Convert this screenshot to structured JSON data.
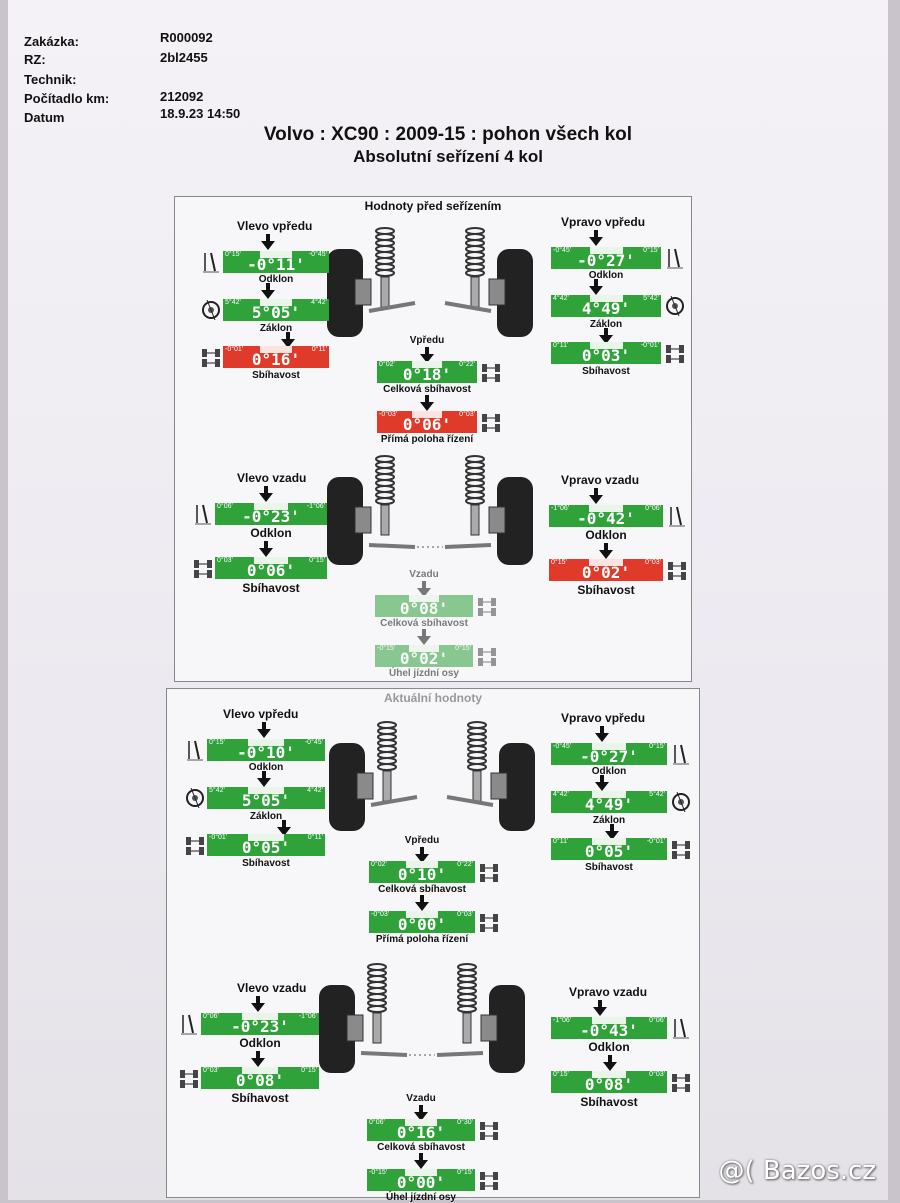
{
  "header": {
    "labels": [
      "Zakázka:",
      "RZ:",
      "Technik:",
      "Počítadlo km:",
      "Datum"
    ],
    "values": [
      "R000092",
      "2bl2455",
      "",
      "212092",
      "18.9.23 14:50"
    ]
  },
  "title": "Volvo : XC90 : 2009-15 : pohon všech kol",
  "subtitle": "Absolutní seřízení 4 kol",
  "panel_before": {
    "title": "Hodnoty před seřízením",
    "front_left": {
      "heading": "Vlevo vpředu",
      "camber": {
        "value": "-0°11'",
        "lo": "0°15'",
        "hi": "-0°45'",
        "label": "Odklon",
        "status": "ok"
      },
      "caster": {
        "value": "5°05'",
        "lo": "5°42'",
        "hi": "4°42'",
        "label": "Záklon",
        "status": "ok"
      },
      "toe": {
        "value": "0°16'",
        "lo": "-0°01'",
        "hi": "0°11'",
        "label": "Sbíhavost",
        "status": "bad"
      }
    },
    "front_right": {
      "heading": "Vpravo vpředu",
      "camber": {
        "value": "-0°27'",
        "lo": "-0°45'",
        "hi": "0°15'",
        "label": "Odklon",
        "status": "ok"
      },
      "caster": {
        "value": "4°49'",
        "lo": "4°42'",
        "hi": "5°42'",
        "label": "Záklon",
        "status": "ok"
      },
      "toe": {
        "value": "0°03'",
        "lo": "0°11'",
        "hi": "-0°01'",
        "label": "Sbíhavost",
        "status": "ok"
      }
    },
    "front_center": {
      "heading": "Vpředu",
      "total_toe": {
        "value": "0°18'",
        "lo": "0°02'",
        "hi": "0°22'",
        "label": "Celková sbíhavost",
        "status": "ok"
      },
      "steering": {
        "value": "0°06'",
        "lo": "-0°03'",
        "hi": "0°03'",
        "label": "Přímá poloha řízení",
        "status": "bad"
      }
    },
    "rear_left": {
      "heading": "Vlevo vzadu",
      "camber": {
        "value": "-0°23'",
        "lo": "0°06'",
        "hi": "-1°06'",
        "label": "Odklon",
        "status": "ok"
      },
      "toe": {
        "value": "0°06'",
        "lo": "0°03'",
        "hi": "0°15'",
        "label": "Sbíhavost",
        "status": "ok"
      }
    },
    "rear_right": {
      "heading": "Vpravo vzadu",
      "camber": {
        "value": "-0°42'",
        "lo": "-1°06'",
        "hi": "0°06'",
        "label": "Odklon",
        "status": "ok"
      },
      "toe": {
        "value": "0°02'",
        "lo": "0°15'",
        "hi": "0°03'",
        "label": "Sbíhavost",
        "status": "bad"
      }
    },
    "rear_center": {
      "heading": "Vzadu",
      "total_toe": {
        "value": "0°08'",
        "lo": "",
        "hi": "",
        "label": "Celková sbíhavost",
        "status": "ok"
      },
      "thrust": {
        "value": "0°02'",
        "lo": "-0°15'",
        "hi": "0°15'",
        "label": "Úhel jízdní osy",
        "status": "ok"
      }
    }
  },
  "panel_after": {
    "title": "Aktuální hodnoty",
    "front_left": {
      "heading": "Vlevo vpředu",
      "camber": {
        "value": "-0°10'",
        "lo": "0°15'",
        "hi": "-0°45'",
        "label": "Odklon",
        "status": "ok"
      },
      "caster": {
        "value": "5°05'",
        "lo": "5°42'",
        "hi": "4°42'",
        "label": "Záklon",
        "status": "ok"
      },
      "toe": {
        "value": "0°05'",
        "lo": "-0°01'",
        "hi": "0°11'",
        "label": "Sbíhavost",
        "status": "ok"
      }
    },
    "front_right": {
      "heading": "Vpravo vpředu",
      "camber": {
        "value": "-0°27'",
        "lo": "-0°45'",
        "hi": "0°15'",
        "label": "Odklon",
        "status": "ok"
      },
      "caster": {
        "value": "4°49'",
        "lo": "4°42'",
        "hi": "5°42'",
        "label": "Záklon",
        "status": "ok"
      },
      "toe": {
        "value": "0°05'",
        "lo": "0°11'",
        "hi": "-0°01'",
        "label": "Sbíhavost",
        "status": "ok"
      }
    },
    "front_center": {
      "heading": "Vpředu",
      "total_toe": {
        "value": "0°10'",
        "lo": "0°02'",
        "hi": "0°22'",
        "label": "Celková sbíhavost",
        "status": "ok"
      },
      "steering": {
        "value": "0°00'",
        "lo": "-0°03'",
        "hi": "0°03'",
        "label": "Přímá poloha řízení",
        "status": "ok"
      }
    },
    "rear_left": {
      "heading": "Vlevo vzadu",
      "camber": {
        "value": "-0°23'",
        "lo": "0°06'",
        "hi": "-1°06'",
        "label": "Odklon",
        "status": "ok"
      },
      "toe": {
        "value": "0°08'",
        "lo": "0°03'",
        "hi": "0°15'",
        "label": "Sbíhavost",
        "status": "ok"
      }
    },
    "rear_right": {
      "heading": "Vpravo vzadu",
      "camber": {
        "value": "-0°43'",
        "lo": "-1°06'",
        "hi": "0°06'",
        "label": "Odklon",
        "status": "ok"
      },
      "toe": {
        "value": "0°08'",
        "lo": "0°15'",
        "hi": "0°03'",
        "label": "Sbíhavost",
        "status": "ok"
      }
    },
    "rear_center": {
      "heading": "Vzadu",
      "total_toe": {
        "value": "0°16'",
        "lo": "0°06'",
        "hi": "0°30'",
        "label": "Celková sbíhavost",
        "status": "ok"
      },
      "thrust": {
        "value": "0°00'",
        "lo": "-0°15'",
        "hi": "0°15'",
        "label": "Úhel jízdní osy",
        "status": "ok"
      }
    }
  },
  "watermark": "@( Bazos.cz",
  "colors": {
    "ok": "#2fa23a",
    "bad": "#e03a2a"
  }
}
